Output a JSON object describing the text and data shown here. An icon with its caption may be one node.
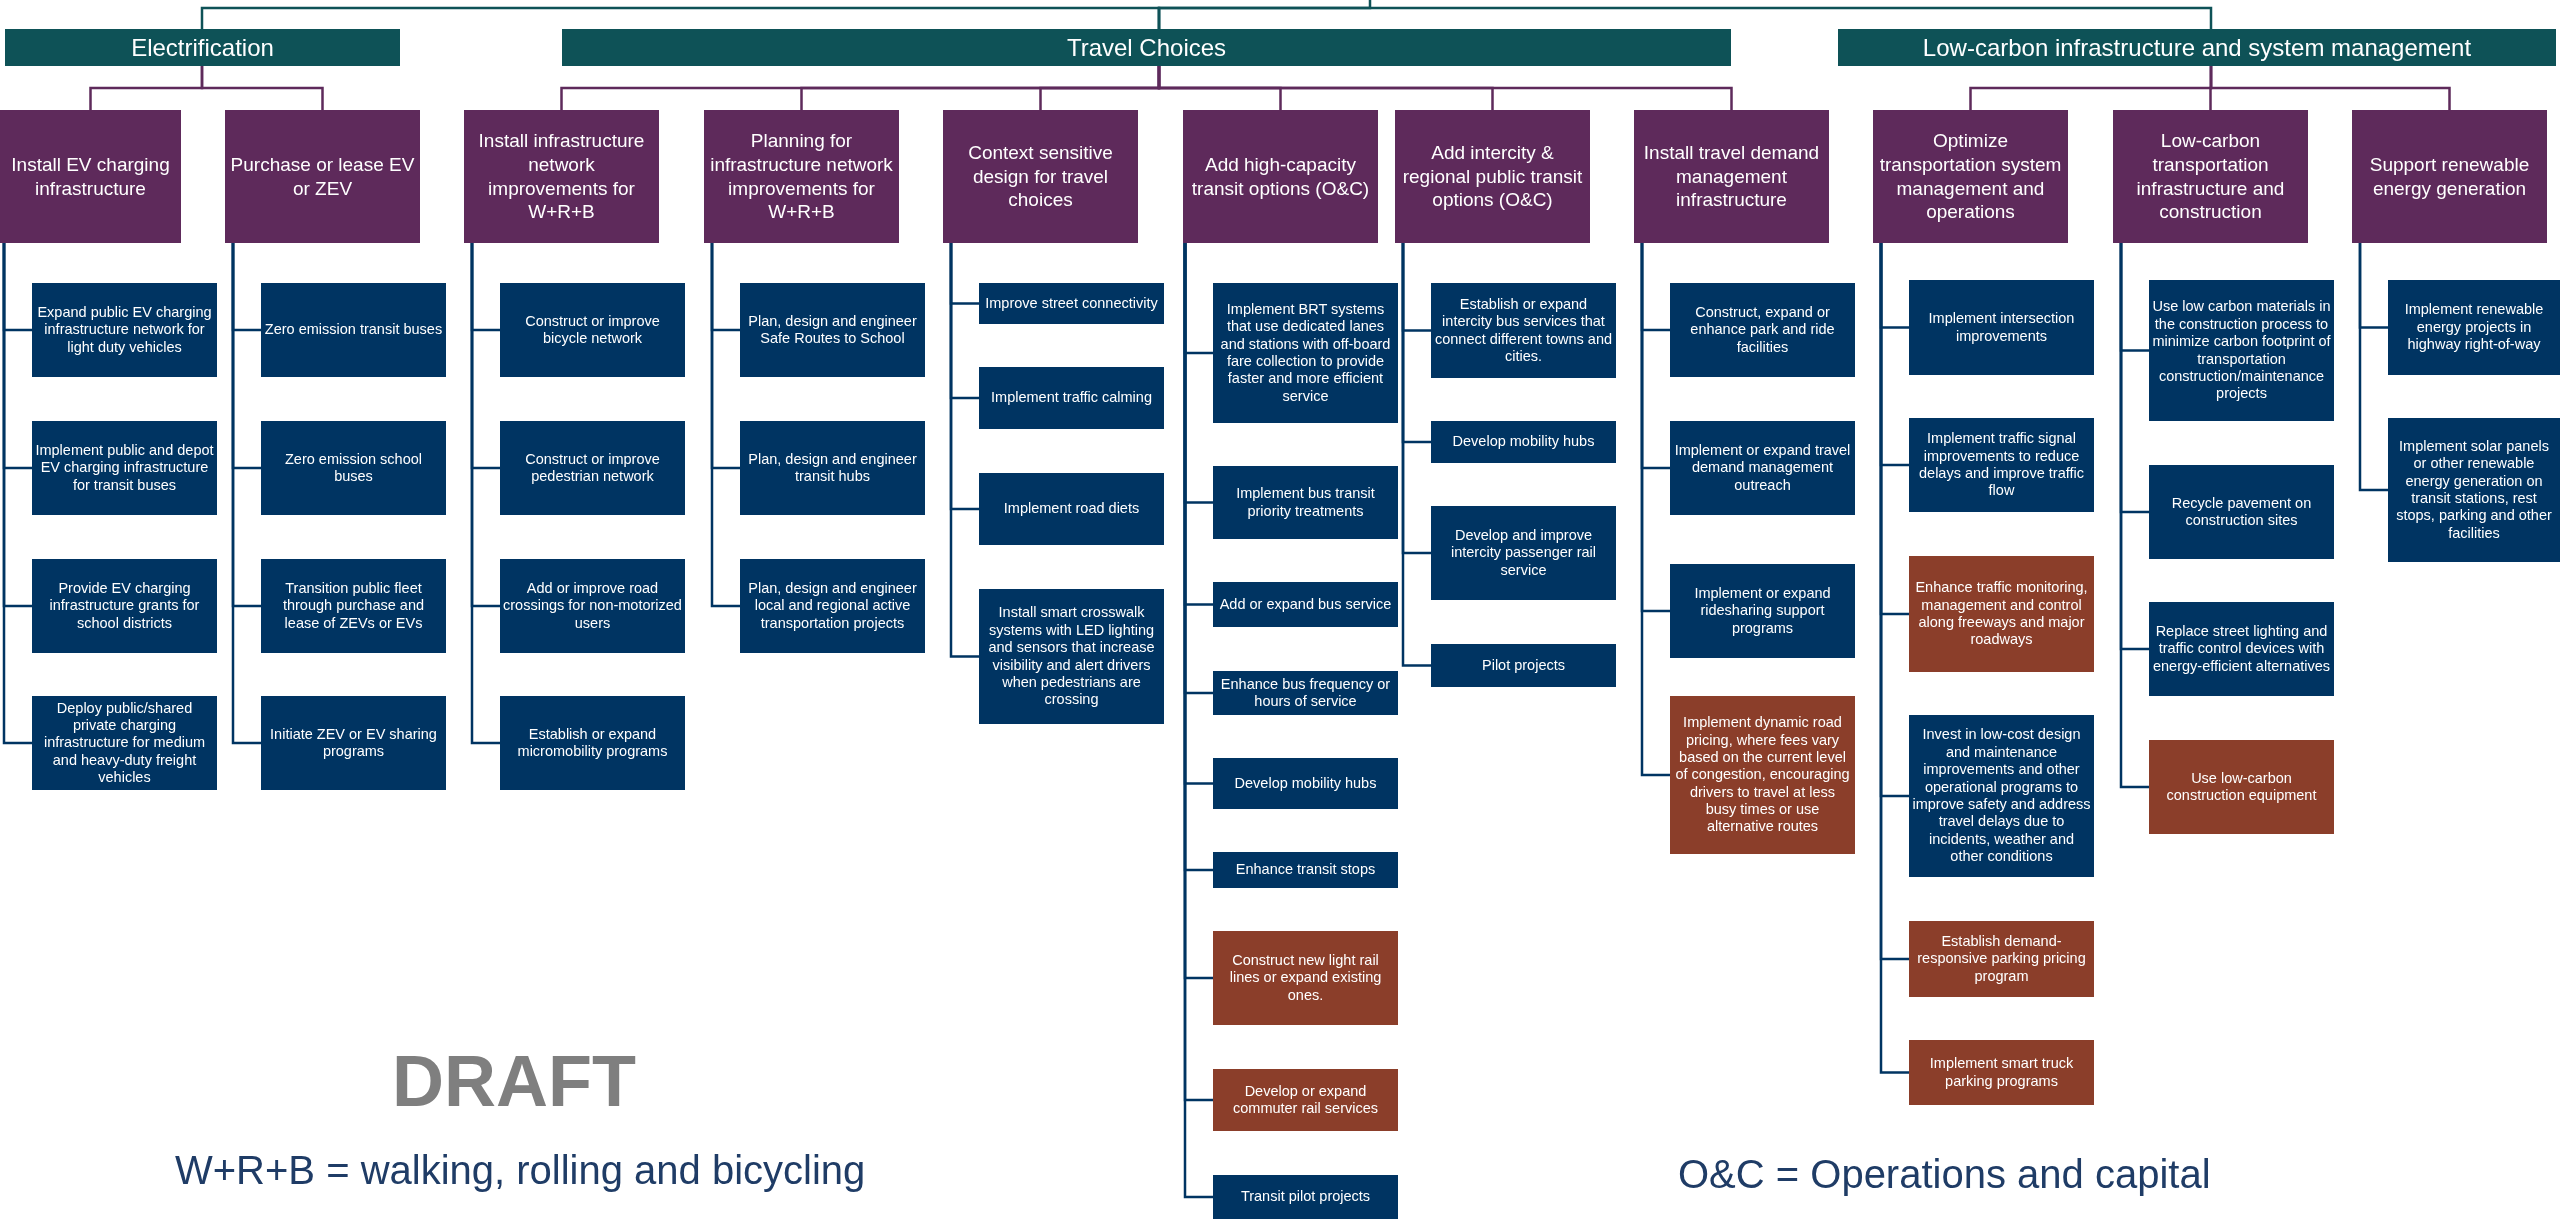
{
  "diagram": {
    "nodes": [
      {
        "text": [
          "Electrification"
        ]
      },
      {
        "text": [
          "Travel Choices"
        ]
      },
      {
        "text": [
          "Low-carbon infrastructure and system management"
        ]
      },
      {
        "text": [
          "Install EV charging infrastructure"
        ]
      },
      {
        "text": [
          "Purchase or lease EV or ZEV"
        ]
      },
      {
        "text": [
          "Install infrastructure network improvements for W+R+B"
        ]
      },
      {
        "text": [
          "Planning for infrastructure network improvements for W+R+B"
        ]
      },
      {
        "text": [
          "Context sensitive design for travel choices"
        ]
      },
      {
        "text": [
          "Add high-capacity transit options (O&C)"
        ]
      },
      {
        "text": [
          "Add intercity & regional public transit options (O&C)"
        ]
      },
      {
        "text": [
          "Install travel demand management infrastructure"
        ]
      },
      {
        "text": [
          "Optimize transportation system management and operations"
        ]
      },
      {
        "text": [
          "Low-carbon transportation infrastructure and construction"
        ]
      },
      {
        "text": [
          "Support renewable energy generation"
        ]
      },
      {
        "text": [
          "Expand public EV charging infrastructure network for light duty vehicles"
        ]
      },
      {
        "text": [
          "Implement public and depot EV charging infrastructure for transit buses"
        ]
      },
      {
        "text": [
          "Provide EV charging infrastructure grants for school districts"
        ]
      },
      {
        "text": [
          "Deploy public/shared private charging infrastructure for medium and heavy-duty freight vehicles"
        ]
      },
      {
        "text": [
          "Zero emission transit buses"
        ]
      },
      {
        "text": [
          "Zero emission school buses"
        ]
      },
      {
        "text": [
          "Transition public fleet through purchase and lease of ZEVs or EVs"
        ]
      },
      {
        "text": [
          "Initiate ZEV or EV sharing programs"
        ]
      },
      {
        "text": [
          "Construct or improve bicycle network"
        ]
      },
      {
        "text": [
          "Construct or improve pedestrian network"
        ]
      },
      {
        "text": [
          "Add or improve road crossings for non-motorized users"
        ]
      },
      {
        "text": [
          "Establish or expand micromobility programs"
        ]
      },
      {
        "text": [
          "Plan, design and engineer Safe Routes to School"
        ]
      },
      {
        "text": [
          "Plan, design and engineer transit hubs"
        ]
      },
      {
        "text": [
          "Plan, design and engineer local and regional active transportation projects"
        ]
      },
      {
        "text": [
          "Improve street connectivity"
        ]
      },
      {
        "text": [
          "Implement traffic calming"
        ]
      },
      {
        "text": [
          "Implement road diets"
        ]
      },
      {
        "text": [
          "Install smart crosswalk systems with LED lighting and sensors that increase visibility and alert drivers when pedestrians are crossing"
        ]
      },
      {
        "text": [
          "Implement BRT systems that use dedicated lanes and stations with off-board fare collection to provide faster and more efficient service"
        ]
      },
      {
        "text": [
          "Implement bus transit priority treatments"
        ]
      },
      {
        "text": [
          "Add or expand bus service"
        ]
      },
      {
        "text": [
          "Enhance bus frequency or hours of service"
        ]
      },
      {
        "text": [
          "Develop mobility hubs"
        ]
      },
      {
        "text": [
          "Enhance transit stops"
        ]
      },
      {
        "text": [
          "Construct new light rail lines or expand existing ones."
        ]
      },
      {
        "text": [
          "Develop or expand commuter rail services"
        ]
      },
      {
        "text": [
          "Transit pilot projects"
        ]
      },
      {
        "text": [
          "Establish or expand intercity bus services that connect different towns and cities."
        ]
      },
      {
        "text": [
          "Develop mobility hubs"
        ]
      },
      {
        "text": [
          "Develop and improve intercity passenger rail service"
        ]
      },
      {
        "text": [
          "Pilot projects"
        ]
      },
      {
        "text": [
          "Construct, expand or enhance park and ride facilities"
        ]
      },
      {
        "text": [
          "Implement or expand travel demand management outreach"
        ]
      },
      {
        "text": [
          "Implement or expand ridesharing support programs"
        ]
      },
      {
        "text": [
          "Implement dynamic road pricing, where fees vary based on the current level of congestion, encouraging drivers to travel at less busy times or use alternative routes"
        ]
      },
      {
        "text": [
          "Implement intersection improvements"
        ]
      },
      {
        "text": [
          "Implement traffic signal improvements to reduce delays and improve traffic flow"
        ]
      },
      {
        "text": [
          "Enhance traffic monitoring, management and control along freeways and major roadways"
        ]
      },
      {
        "text": [
          "Invest in low-cost design and maintenance improvements and other operational programs to improve safety and address travel delays due to incidents, weather and other conditions"
        ]
      },
      {
        "text": [
          "Establish demand-responsive parking pricing program"
        ]
      },
      {
        "text": [
          "Implement smart truck parking programs"
        ]
      },
      {
        "text": [
          "Use low carbon materials in the construction process to minimize carbon footprint of transportation construction/maintenance projects"
        ]
      },
      {
        "text": [
          "Recycle pavement on construction sites"
        ]
      },
      {
        "text": [
          "Replace street lighting and traffic control devices with energy-efficient alternatives"
        ]
      },
      {
        "text": [
          "Use low-carbon construction equipment"
        ]
      },
      {
        "text": [
          "Implement renewable energy projects in highway right-of-way"
        ]
      },
      {
        "text": [
          "Implement solar panels or other renewable energy generation on transit stations, rest stops, parking and other facilities"
        ]
      }
    ],
    "edges": [
      {
        "from": 1,
        "to": 0,
        "arrow": "none",
        "color": "#0e5257"
      },
      {
        "from": null,
        "to": 1,
        "arrow": "none",
        "color": "#0e5257"
      },
      {
        "from": 1,
        "to": 2,
        "arrow": "none",
        "color": "#0e5257"
      },
      {
        "from": 0,
        "to": 3,
        "arrow": "none",
        "color": "#5e2a5b"
      },
      {
        "from": 0,
        "to": 4,
        "arrow": "none",
        "color": "#5e2a5b"
      },
      {
        "from": 1,
        "to": 5,
        "arrow": "none",
        "color": "#5e2a5b"
      },
      {
        "from": 1,
        "to": 6,
        "arrow": "none",
        "color": "#5e2a5b"
      },
      {
        "from": 1,
        "to": 7,
        "arrow": "none",
        "color": "#5e2a5b"
      },
      {
        "from": 1,
        "to": 8,
        "arrow": "none",
        "color": "#5e2a5b"
      },
      {
        "from": 1,
        "to": 9,
        "arrow": "none",
        "color": "#5e2a5b"
      },
      {
        "from": 1,
        "to": 10,
        "arrow": "none",
        "color": "#5e2a5b"
      },
      {
        "from": 2,
        "to": 11,
        "arrow": "none",
        "color": "#5e2a5b"
      },
      {
        "from": 2,
        "to": 12,
        "arrow": "none",
        "color": "#5e2a5b"
      },
      {
        "from": 2,
        "to": 13,
        "arrow": "none",
        "color": "#5e2a5b"
      },
      {
        "from": 3,
        "to": 14,
        "arrow": "none"
      },
      {
        "from": 3,
        "to": 15,
        "arrow": "none"
      },
      {
        "from": 3,
        "to": 16,
        "arrow": "none"
      },
      {
        "from": 3,
        "to": 17,
        "arrow": "none"
      },
      {
        "from": 4,
        "to": 18,
        "arrow": "none"
      },
      {
        "from": 4,
        "to": 19,
        "arrow": "none"
      },
      {
        "from": 4,
        "to": 20,
        "arrow": "none"
      },
      {
        "from": 4,
        "to": 21,
        "arrow": "none"
      },
      {
        "from": 5,
        "to": 22,
        "arrow": "none"
      },
      {
        "from": 5,
        "to": 23,
        "arrow": "none"
      },
      {
        "from": 5,
        "to": 24,
        "arrow": "none"
      },
      {
        "from": 5,
        "to": 25,
        "arrow": "none"
      },
      {
        "from": 6,
        "to": 26,
        "arrow": "none"
      },
      {
        "from": 6,
        "to": 27,
        "arrow": "none"
      },
      {
        "from": 6,
        "to": 28,
        "arrow": "none"
      },
      {
        "from": 7,
        "to": 29,
        "arrow": "none"
      },
      {
        "from": 7,
        "to": 30,
        "arrow": "none"
      },
      {
        "from": 7,
        "to": 31,
        "arrow": "none"
      },
      {
        "from": 7,
        "to": 32,
        "arrow": "none"
      },
      {
        "from": 8,
        "to": 33,
        "arrow": "none"
      },
      {
        "from": 8,
        "to": 34,
        "arrow": "none"
      },
      {
        "from": 8,
        "to": 35,
        "arrow": "none"
      },
      {
        "from": 8,
        "to": 36,
        "arrow": "none"
      },
      {
        "from": 8,
        "to": 37,
        "arrow": "none"
      },
      {
        "from": 8,
        "to": 38,
        "arrow": "none"
      },
      {
        "from": 8,
        "to": 39,
        "arrow": "none"
      },
      {
        "from": 8,
        "to": 40,
        "arrow": "none"
      },
      {
        "from": 8,
        "to": 41,
        "arrow": "none"
      },
      {
        "from": 9,
        "to": 42,
        "arrow": "none"
      },
      {
        "from": 9,
        "to": 43,
        "arrow": "none"
      },
      {
        "from": 9,
        "to": 44,
        "arrow": "none"
      },
      {
        "from": 9,
        "to": 45,
        "arrow": "none"
      },
      {
        "from": 10,
        "to": 46,
        "arrow": "none"
      },
      {
        "from": 10,
        "to": 47,
        "arrow": "none"
      },
      {
        "from": 10,
        "to": 48,
        "arrow": "none"
      },
      {
        "from": 10,
        "to": 49,
        "arrow": "none"
      },
      {
        "from": 11,
        "to": 50,
        "arrow": "none"
      },
      {
        "from": 11,
        "to": 51,
        "arrow": "none"
      },
      {
        "from": 11,
        "to": 52,
        "arrow": "none"
      },
      {
        "from": 11,
        "to": 53,
        "arrow": "none"
      },
      {
        "from": 11,
        "to": 54,
        "arrow": "none"
      },
      {
        "from": 11,
        "to": 55,
        "arrow": "none"
      },
      {
        "from": 12,
        "to": 56,
        "arrow": "none"
      },
      {
        "from": 12,
        "to": 57,
        "arrow": "none"
      },
      {
        "from": 12,
        "to": 58,
        "arrow": "none"
      },
      {
        "from": 12,
        "to": 59,
        "arrow": "none"
      },
      {
        "from": 13,
        "to": 60,
        "arrow": "none"
      },
      {
        "from": 13,
        "to": 61,
        "arrow": "none"
      }
    ],
    "labels": [
      "DRAFT",
      "W+R+B = walking, rolling and bicycling",
      "O&C = Operations and capital"
    ]
  }
}
